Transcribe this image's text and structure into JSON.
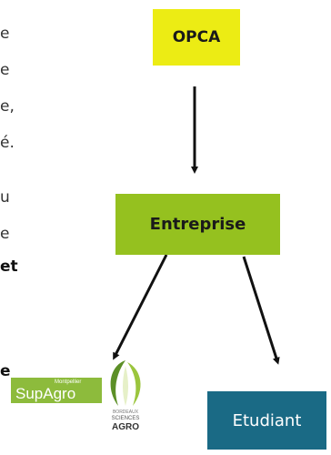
{
  "left_text_fragments": [
    "e",
    "e",
    "e,",
    "é.",
    "u",
    "e",
    "et",
    "e"
  ],
  "nodes": {
    "opca": "OPCA",
    "entreprise": "Entreprise",
    "etudiant": "Etudiant"
  },
  "logos": {
    "supagro_small": "Montpellier",
    "supagro_main": "SupAgro",
    "bsa_line1": "BORDEAUX",
    "bsa_line2": "SCIENCES",
    "bsa_line3": "AGRO"
  },
  "colors": {
    "opca_fill": "#ecec14",
    "entreprise_fill": "#95c11f",
    "etudiant_fill": "#1a6a85",
    "arrow": "#111111",
    "supagro_green": "#8dbb3c"
  }
}
